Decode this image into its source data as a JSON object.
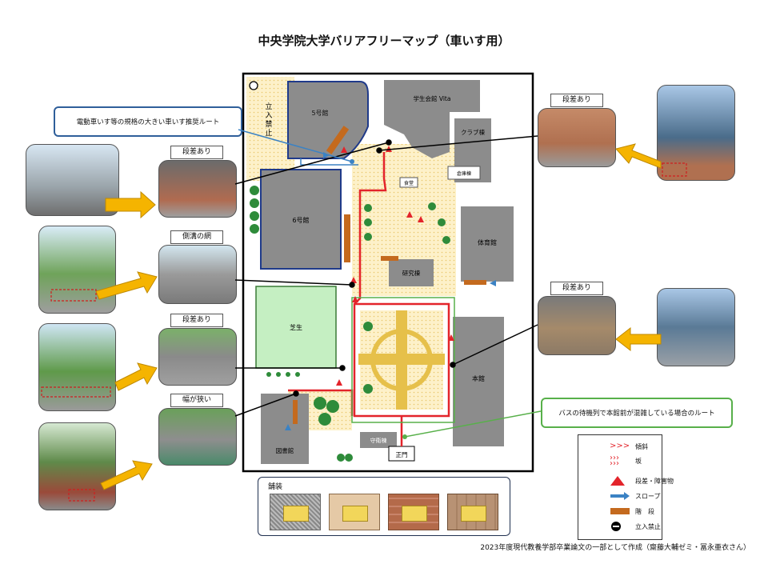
{
  "title": "中央学院大学バリアフリーマップ（車いす用）",
  "credit": "2023年度現代教養学部卒業論文の一部として作成（齋藤大輔ゼミ・冨永亜衣さん）",
  "callouts": {
    "large_wheelchair": "電動車いす等の規格の大きい車いす推奨ルート",
    "bus": "バスの待機列で本館前が混雑している場合のルート"
  },
  "buildings": {
    "b5": "5号館",
    "vita": "学生会館 Vita",
    "club": "クラブ棟",
    "kyoiku": "体育館",
    "b6": "6号館",
    "grass": "芝生",
    "lab": "研究棟",
    "honkan": "本館",
    "library": "図書館",
    "guard": "守衛棟",
    "gate": "正門",
    "dining": "食堂",
    "storage": "倉庫棟",
    "no_entry_text": "立入禁止"
  },
  "photo_labels": {
    "left_1": "段差あり",
    "left_2": "側溝の網",
    "left_3": "段差あり",
    "left_4": "幅が狭い",
    "right_1": "段差あり",
    "right_2": "段差あり"
  },
  "legend": {
    "incline": "傾斜",
    "slope": "坂",
    "step_obstacle": "段差・障害物",
    "ramp": "スロープ",
    "stairs": "階　段",
    "no_entry": "立入禁止"
  },
  "paving": {
    "title": "舗装"
  },
  "colors": {
    "route": "#e3242b",
    "alt_route": "#3b82c4",
    "green_route": "#58b04a",
    "building": "#8c8c8c",
    "paving": "#fbe9b0",
    "grass": "#c5efc2",
    "arrow": "#f5b400",
    "stairs": "#c46a1e"
  }
}
